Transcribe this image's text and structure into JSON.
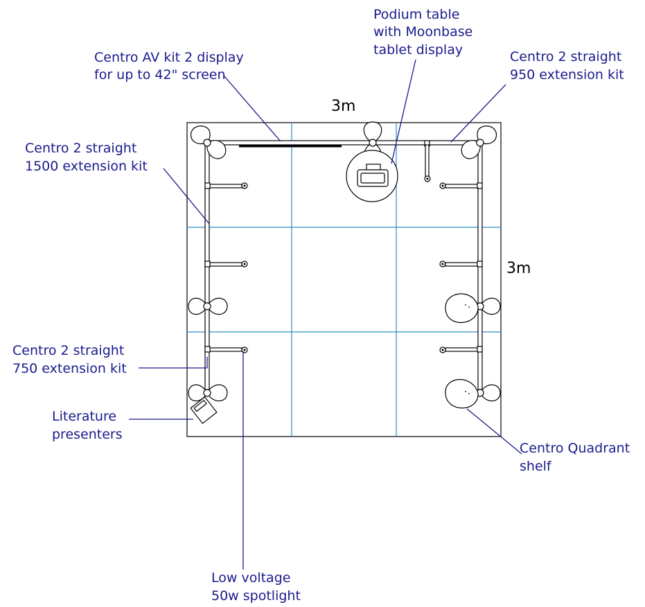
{
  "dimensions": {
    "width": "3m",
    "depth": "3m"
  },
  "labels": {
    "podium": [
      "Podium table",
      "with Moonbase",
      "tablet display"
    ],
    "av_kit": [
      "Centro AV kit 2 display",
      "for up to 42\" screen"
    ],
    "ext_950": [
      "Centro 2 straight",
      "950 extension kit"
    ],
    "ext_1500": [
      "Centro 2 straight",
      "1500 extension kit"
    ],
    "ext_750": [
      "Centro 2 straight",
      "750 extension kit"
    ],
    "literature": [
      "Literature",
      "presenters"
    ],
    "quadrant": [
      "Centro Quadrant",
      "shelf"
    ],
    "spotlight": [
      "Low voltage",
      "50w spotlight"
    ]
  },
  "colors": {
    "label": "#1a1a8c",
    "grid": "#2a8fbf",
    "outline": "#000000"
  }
}
